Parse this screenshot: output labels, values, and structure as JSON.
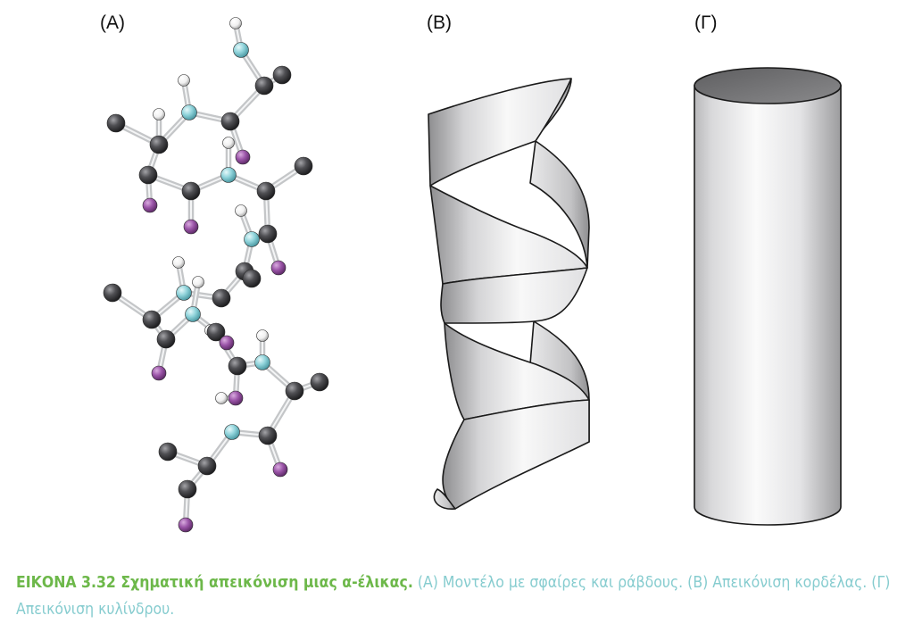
{
  "panels": {
    "a_label": "(A)",
    "b_label": "(B)",
    "c_label": "(Γ)"
  },
  "caption": {
    "title": "ΕΙΚΟΝΑ 3.32 Σχηματική απεικόνιση μιας α-έλικας.",
    "text": "(A) Μοντέλο με σφαίρες και ράβδους. (B) Απεικόνιση κορδέλας. (Γ) Απεικόνιση κυλίνδρου."
  },
  "colors": {
    "carbon": "#3c3c3e",
    "nitrogen": "#8fd3da",
    "oxygen": "#9b55a8",
    "hydrogen": "#f2f2f2",
    "bond": "#c4c6c8",
    "caption_title": "#6db84a",
    "caption_text": "#86cccf"
  }
}
